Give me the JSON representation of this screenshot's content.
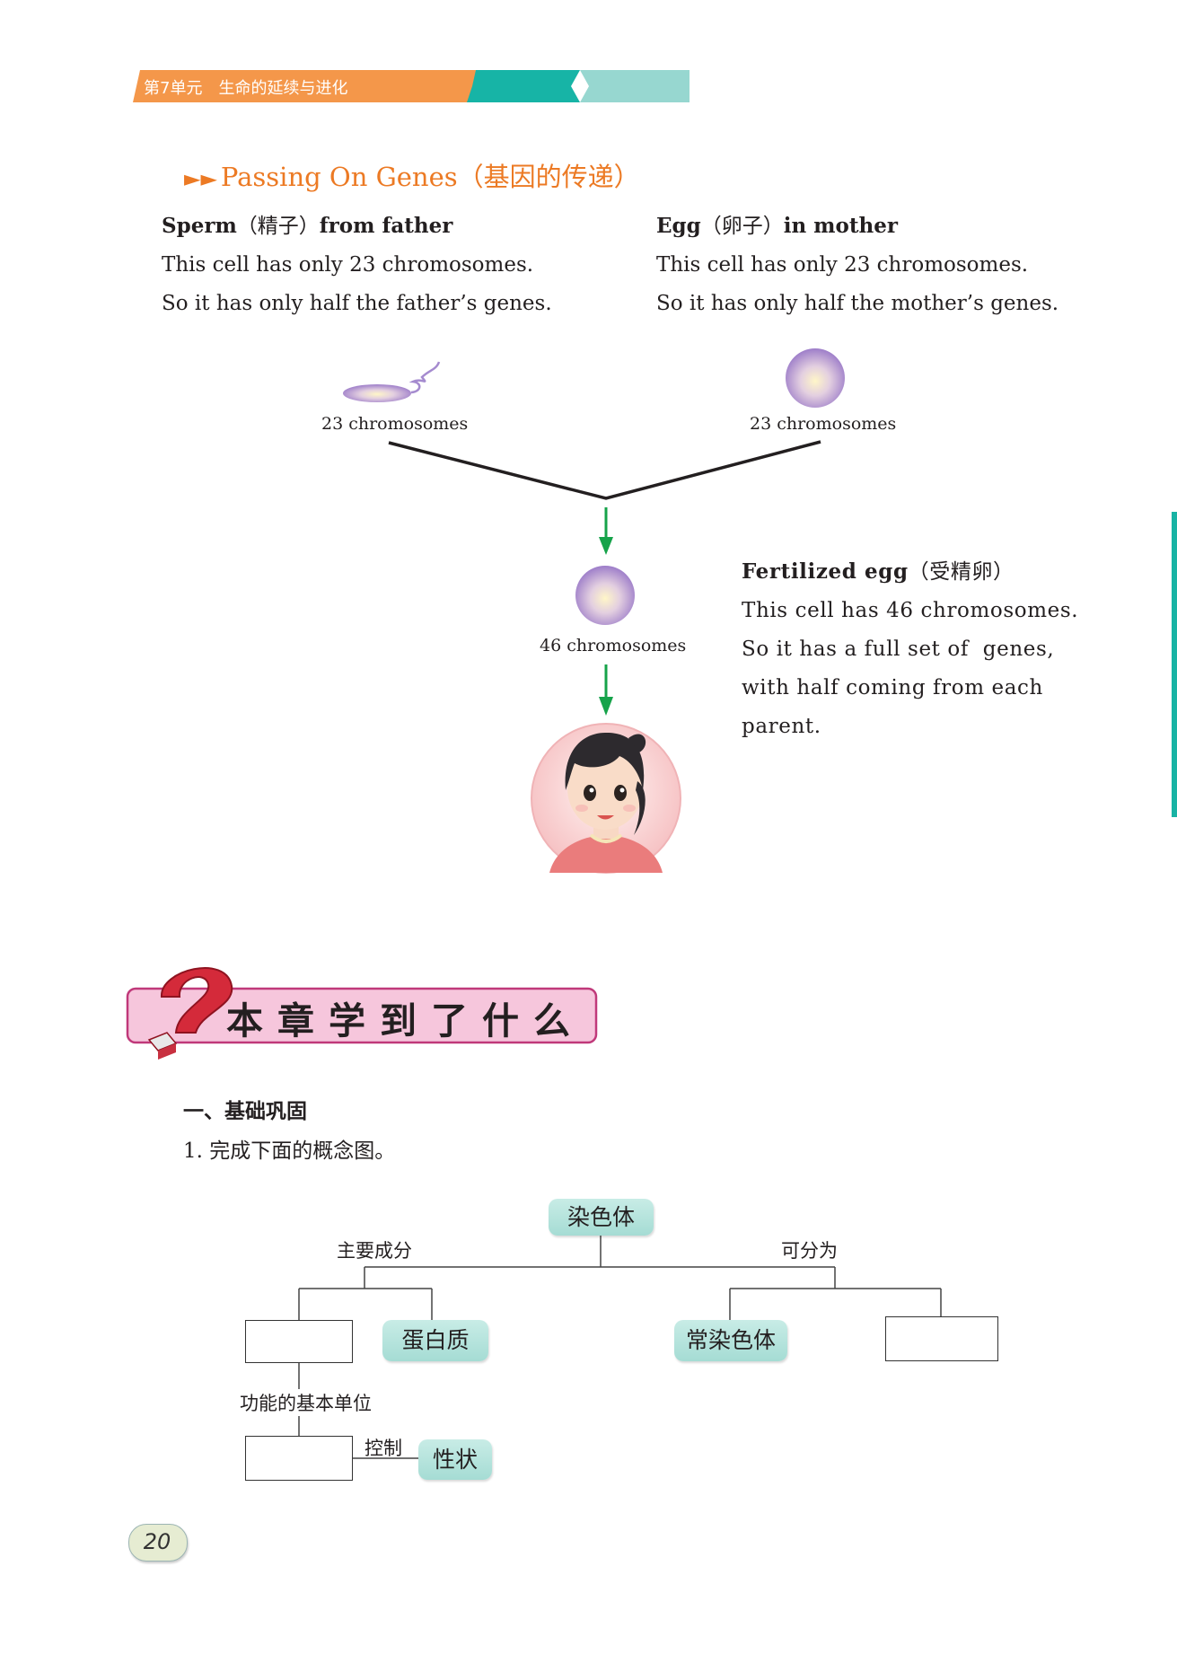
{
  "header": {
    "unit_label": "第7单元　生命的延续与进化"
  },
  "section": {
    "heading": "Passing On Genes（基因的传递）"
  },
  "sperm": {
    "title_bold_1": "Sperm",
    "title_cn": "（精子）",
    "title_bold_2": "from father",
    "line1": "This cell has only 23 chromosomes.",
    "line2": "So it has only half the father’s genes.",
    "count_label": "23 chromosomes"
  },
  "egg": {
    "title_bold_1": "Egg",
    "title_cn": "（卵子）",
    "title_bold_2": "in mother",
    "line1": "This cell has only 23 chromosomes.",
    "line2": "So it has only half the mother’s genes.",
    "count_label": "23 chromosomes"
  },
  "fertilized": {
    "title_bold": "Fertilized egg",
    "title_cn": "（受精卵）",
    "line1": "This cell has 46 chromosomes.",
    "line2": "So it has a full set of  genes,",
    "line3": "with half coming from each",
    "line4": "parent.",
    "count_label": "46 chromosomes"
  },
  "chapter_banner": {
    "label": "本章学到了什么"
  },
  "exercise": {
    "heading": "一、基础巩固",
    "question1": "1. 完成下面的概念图。"
  },
  "concept_map": {
    "root": "染色体",
    "edge_main_component": "主要成分",
    "edge_can_divide": "可分为",
    "protein": "蛋白质",
    "euchromatin": "常染色体",
    "edge_basic_unit": "功能的基本单位",
    "edge_control": "控制",
    "trait": "性状"
  },
  "page": {
    "number": "20"
  },
  "colors": {
    "header_orange": "#f4974a",
    "header_teal": "#17b4a6",
    "header_light_teal": "#97d7d0",
    "heading_orange": "#ec7a24",
    "arrow_green": "#16a34a",
    "cell_purple": "#b69ad6",
    "banner_pink": "#f6c6dc",
    "pill_teal": "#b6e4dd"
  }
}
